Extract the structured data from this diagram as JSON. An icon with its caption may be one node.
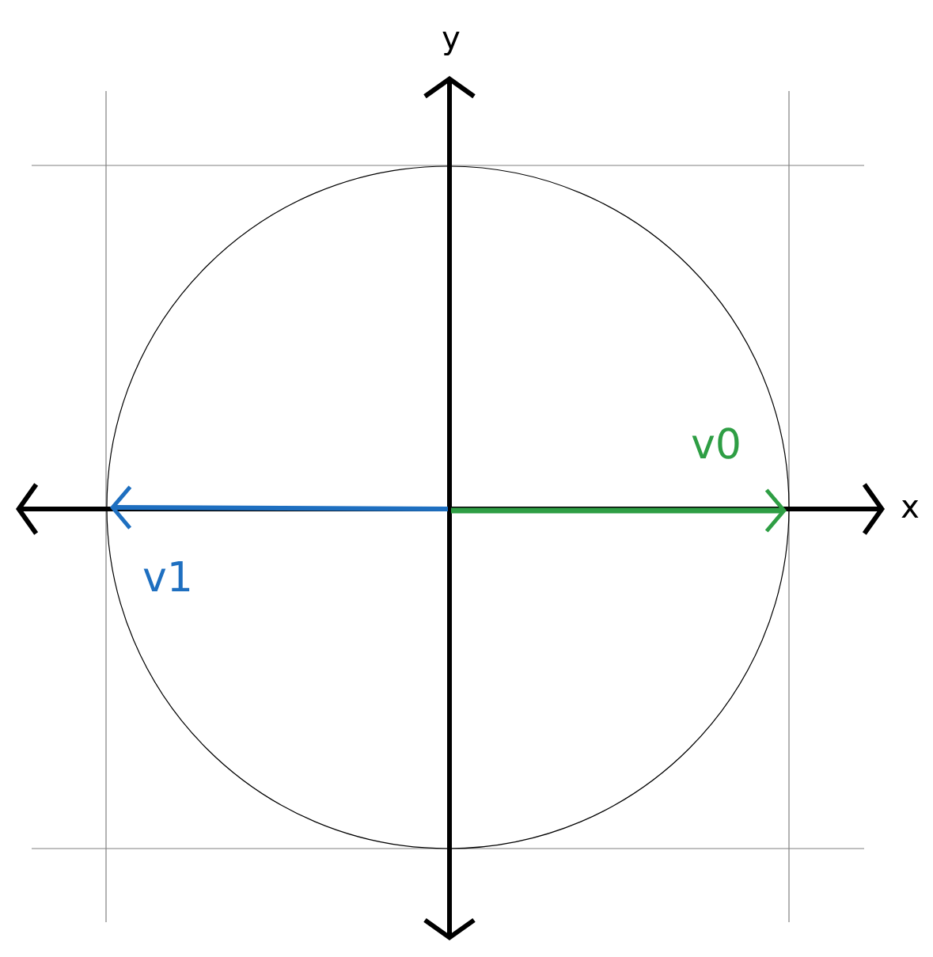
{
  "diagram": {
    "labels": [
      "y",
      "v0",
      "x",
      "v1"
    ]
  }
}
